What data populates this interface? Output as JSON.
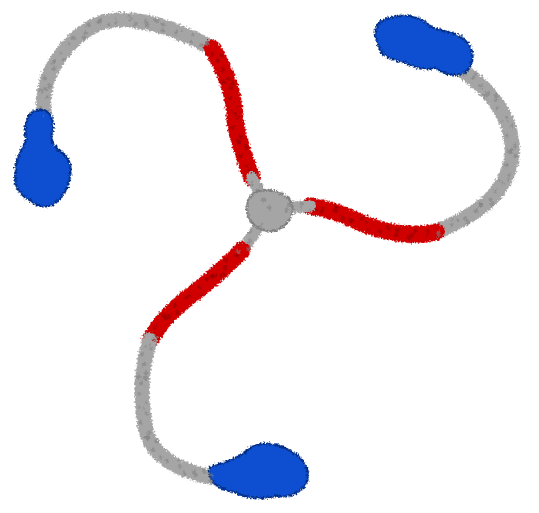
{
  "image": {
    "kind": "molecular-structure-render",
    "background": "#ffffff",
    "colors": {
      "gray": "#a5a5a5",
      "gray_dark": "#7f7f7f",
      "red": "#d00000",
      "red_dark": "#8a0000",
      "blue": "#0c4fd0",
      "blue_dark": "#062e86"
    },
    "arms": [
      {
        "name": "upper-left-arm"
      },
      {
        "name": "right-arm"
      },
      {
        "name": "lower-arm"
      }
    ]
  }
}
